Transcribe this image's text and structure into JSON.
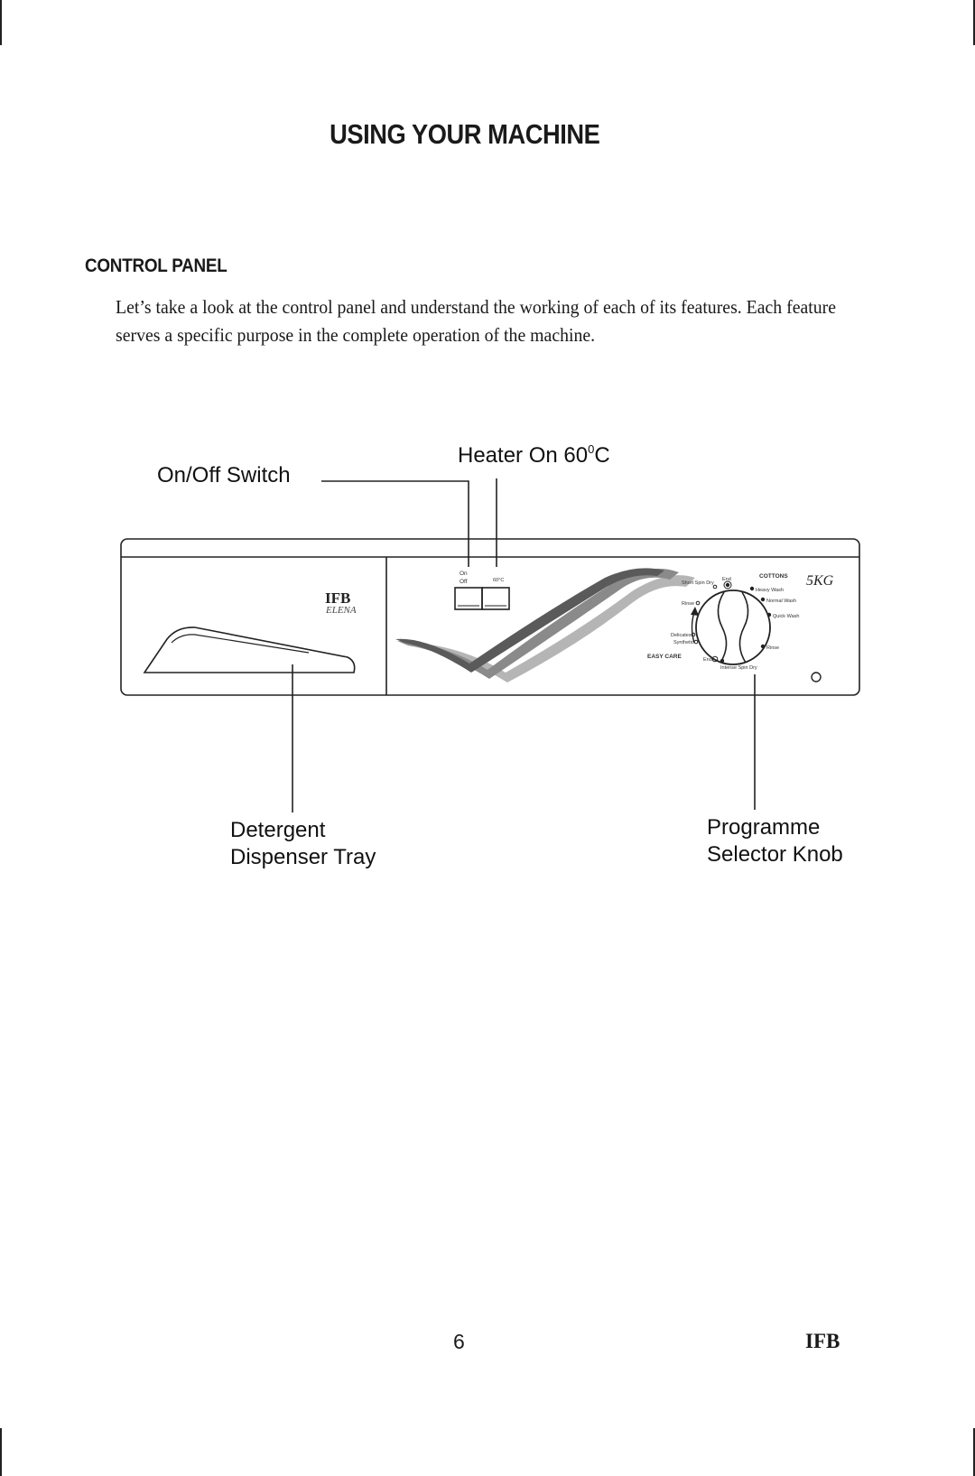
{
  "page": {
    "title": "USING YOUR MACHINE",
    "section_heading": "CONTROL PANEL",
    "intro_line1": "Let’s take a look at the control panel and understand the working of each of its features. Each feature",
    "intro_line2": "serves a specific purpose in the complete operation of the machine.",
    "page_number": "6",
    "footer_logo": "IFB"
  },
  "callouts": {
    "heater_prefix": "Heater On 60",
    "heater_degree": "0",
    "heater_suffix": "C",
    "on_off": "On/Off Switch",
    "detergent_line1": "Detergent",
    "detergent_line2": "Dispenser Tray",
    "programme_line1": "Programme",
    "programme_line2": "Selector Knob"
  },
  "panel": {
    "brand": "IFB",
    "model": "ELENA",
    "capacity": "5KG",
    "switch_on": "On",
    "switch_off": "Off",
    "heater_button_label": "60°C",
    "cottons_label": "COTTONS",
    "easy_care_label": "EASY CARE",
    "programmes": {
      "end_top": "End",
      "short_spin_dry": "Short  Spin  Dry",
      "heavy_wash": "Heavy  Wash",
      "normal_wash": "Normal  Wash",
      "quick_wash": "Quick  Wash",
      "rinse_right": "Rinse",
      "rinse_left": "Rinse",
      "delicates": "Delicates",
      "synthetic": "Synthetic",
      "end_bottom": "End",
      "intense_spin_dry": "Intense  Spin  Dry"
    }
  },
  "colors": {
    "line": "#222222",
    "wave_dark": "#5a5a5a",
    "wave_mid": "#8a8a8a",
    "wave_light": "#b5b5b5"
  }
}
